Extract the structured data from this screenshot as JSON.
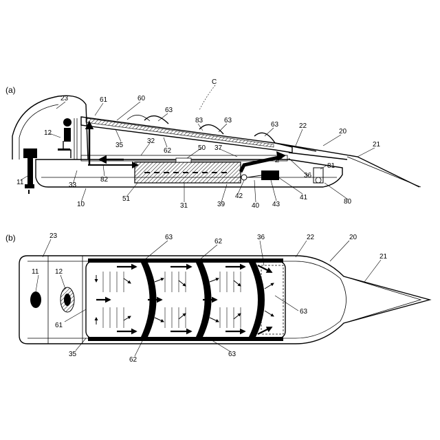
{
  "panels": {
    "a": "(a)",
    "b": "(b)"
  },
  "labels_a": {
    "C": "C",
    "23": "23",
    "61": "61",
    "60": "60",
    "63a": "63",
    "83": "83",
    "63b": "63",
    "63c": "63",
    "12": "12",
    "35": "35",
    "32": "32",
    "62": "62",
    "50": "50",
    "37": "37",
    "22": "22",
    "20": "20",
    "21": "21",
    "81": "81",
    "11": "11",
    "82": "82",
    "33": "33",
    "10": "10",
    "51": "51",
    "31": "31",
    "39": "39",
    "42": "42",
    "40": "40",
    "43": "43",
    "41": "41",
    "36": "36",
    "80": "80",
    "Z": "Z"
  },
  "labels_b": {
    "23": "23",
    "63": "63",
    "62": "62",
    "36": "36",
    "22": "22",
    "20": "20",
    "21": "21",
    "11": "11",
    "12": "12",
    "61": "61",
    "63r": "63",
    "35": "35",
    "62b": "62",
    "63b": "63"
  }
}
